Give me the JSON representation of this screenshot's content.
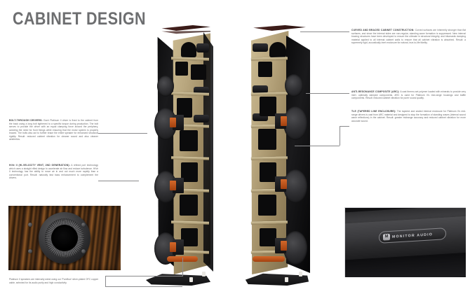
{
  "page": {
    "title": "CABINET DESIGN",
    "background_color": "#ffffff",
    "title_color": "#6d6e70",
    "leader_line_color": "#8a8a8c"
  },
  "callouts": [
    {
      "id": "bolt-through-drivers",
      "heading": "BOLT-THROUGH DRIVERS:",
      "body": "Each Platinum II driver is fixed to the cabinet from the back using a long bolt tightened to a specific torque during production. The bolt serves to provide the driver with an equal clamping force around the periphery, avoiding the need for front fixings while ensuring that the motor system is properly braced. The bolts also act to further brace the entire speaker for enhanced structural rigidity. Result: reduced cabinet vibration for cleaner sound and also cleaner aesthetics.",
      "position": "left-upper"
    },
    {
      "id": "hive-ii-vent",
      "heading": "HiVe II (HI-VELOCITY VENT, 2ND GENERATION):",
      "body": "A refined port technology which uses a straight rifled design to accelerate air flow and reduce turbulence. HiVe II technology has the ability to move air in and out much more rapidly than a conventional port. Result: naturally fast bass enhancement to complement the drivers.",
      "position": "left-lower"
    },
    {
      "id": "curved-and-braced-cabinet-construction",
      "heading": "CURVED AND BRACED CABINET CONSTRUCTION:",
      "body": "Curved surfaces are inherently stronger than flat surfaces, and since the internal sides are non-regular, standing wave formation is suppressed. New internal bracing structures have been developed to ensure the ultimate in structural integrity, and bitumastic damping material applied to all internal cabinet walls to ensure that all cabinet vibration is absorbed. Result: a supremely rigid, acoustically inert enclosure for natural, true-to-life fidelity.",
      "position": "right-upper"
    },
    {
      "id": "anti-resonance-composite",
      "heading": "ANTI-RESONANCE COMPOSITE (ARC):",
      "body": "A cast thermo-set polymer loaded with minerals to provide very inert, optimally damped components. ARC is used for Platinum II's mid-range housings and baffle components. Result: reduced cabinet vibration for purer sound quality.",
      "position": "right-middle"
    },
    {
      "id": "tle-tapered-line-enclosure",
      "heading": "TLE (TAPERED LINE ENCLOSURE):",
      "body": "The tapered and sealed internal enclosure for Platinum II's mid-range drivers is cast from ARC material and designed to stop the formation of standing waves (internal sound wave reflections) in the cabinet. Result: greater midrange accuracy and reduced cabinet vibration for more accurate sound.",
      "position": "right-lower"
    }
  ],
  "caption": {
    "id": "pureflow-cable-caption",
    "text": "Platinum II speakers are internally wired using our 'Pureflow' silver-plated OFC copper cable, selected for its audio purity and high conductivity."
  },
  "photos": [
    {
      "id": "hive-port-photo",
      "description": "HiVe II rifled port on ebony wood veneer cabinet",
      "alt_name": "hive-port-photo"
    },
    {
      "id": "terminal-plate-photo",
      "description": "Rear terminal plate with Monitor Audio badge",
      "badge_mark": "M",
      "badge_text": "MONITOR AUDIO"
    }
  ],
  "diagram": {
    "left_speaker_label": "cutaway-speaker-left",
    "right_speaker_label": "cutaway-speaker-right",
    "description": "Two cross-sectioned Platinum II floorstanding loudspeaker cabinets shown in cutaway"
  }
}
